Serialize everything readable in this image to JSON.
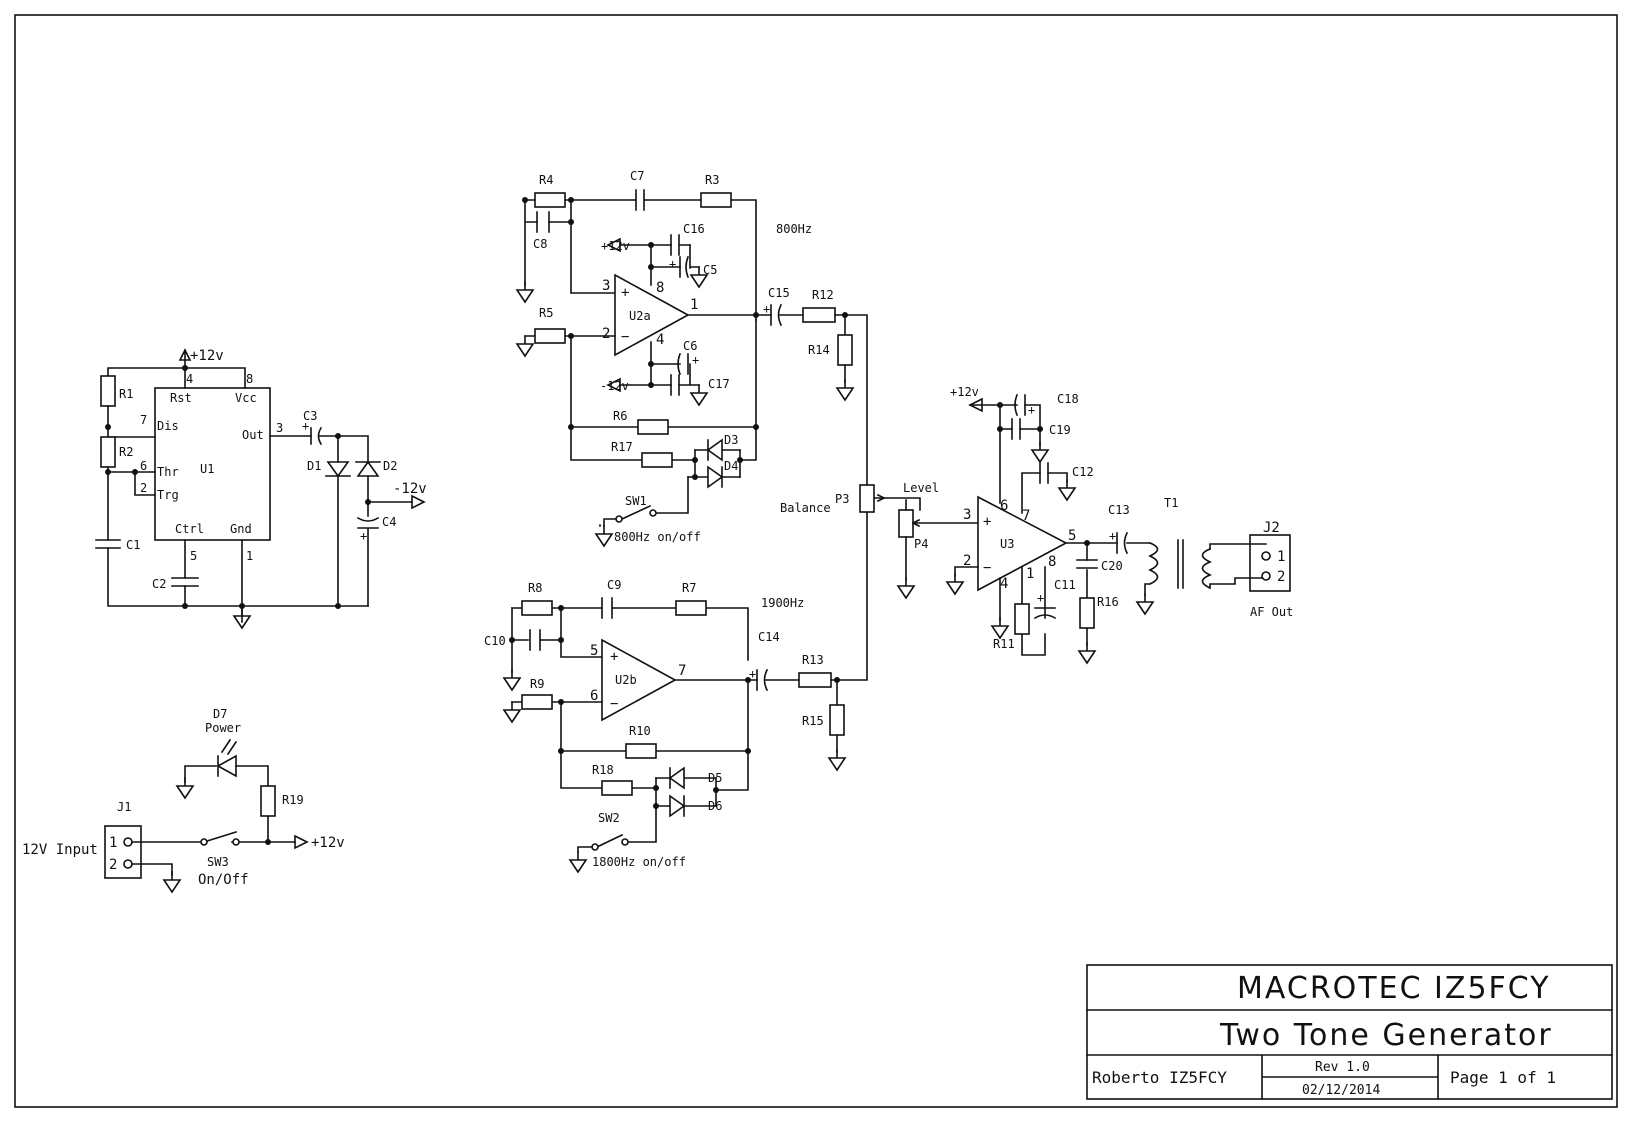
{
  "title_block": {
    "company": "MACROTEC IZ5FCY",
    "title": "Two Tone Generator",
    "author": "Roberto IZ5FCY",
    "revision": "Rev 1.0",
    "date": "02/12/2014",
    "page": "Page 1 of 1"
  },
  "nets": {
    "pos12": "+12v",
    "neg12": "-12v"
  },
  "notes": {
    "freq_800": "800Hz",
    "freq_1900": "1900Hz",
    "balance": "Balance",
    "level": "Level",
    "af_out": "AF Out",
    "power": "Power",
    "input_12v": "12V Input",
    "onoff": "On/Off",
    "sw1_label": "800Hz on/off",
    "sw2_label": "1800Hz on/off"
  },
  "ne555": {
    "name": "U1",
    "pins": {
      "rst": "Rst",
      "vcc": "Vcc",
      "dis": "Dis",
      "thr": "Thr",
      "trg": "Trg",
      "out": "Out",
      "ctrl": "Ctrl",
      "gnd": "Gnd"
    },
    "pin_numbers": {
      "p4": "4",
      "p8": "8",
      "p7": "7",
      "p6": "6",
      "p2": "2",
      "p3": "3",
      "p5": "5",
      "p1": "1"
    }
  },
  "opamps": {
    "u2a": {
      "name": "U2a",
      "pin_plus": "3",
      "pin_minus": "2",
      "pin_out": "1",
      "pin_vp": "8",
      "pin_vn": "4"
    },
    "u2b": {
      "name": "U2b",
      "pin_plus": "5",
      "pin_minus": "6",
      "pin_out": "7"
    },
    "u3": {
      "name": "U3",
      "pin_plus": "3",
      "pin_minus": "2",
      "pin_out": "5",
      "pin_6": "6",
      "pin_7": "7",
      "pin_4": "4",
      "pin_1": "1",
      "pin_8": "8"
    }
  },
  "designators": {
    "r1": "R1",
    "r2": "R2",
    "r3": "R3",
    "r4": "R4",
    "r5": "R5",
    "r6": "R6",
    "r7": "R7",
    "r8": "R8",
    "r9": "R9",
    "r10": "R10",
    "r11": "R11",
    "r12": "R12",
    "r13": "R13",
    "r14": "R14",
    "r15": "R15",
    "r16": "R16",
    "r17": "R17",
    "r18": "R18",
    "r19": "R19",
    "c1": "C1",
    "c2": "C2",
    "c3": "C3",
    "c4": "C4",
    "c5": "C5",
    "c6": "C6",
    "c7": "C7",
    "c8": "C8",
    "c9": "C9",
    "c10": "C10",
    "c11": "C11",
    "c12": "C12",
    "c13": "C13",
    "c14": "C14",
    "c15": "C15",
    "c16": "C16",
    "c17": "C17",
    "c18": "C18",
    "c19": "C19",
    "c20": "C20",
    "d1": "D1",
    "d2": "D2",
    "d3": "D3",
    "d4": "D4",
    "d5": "D5",
    "d6": "D6",
    "d7": "D7",
    "p3": "P3",
    "p4": "P4",
    "sw1": "SW1",
    "sw2": "SW2",
    "sw3": "SW3",
    "j1": "J1",
    "j2": "J2",
    "t1": "T1"
  },
  "connector_pins": {
    "one": "1",
    "two": "2"
  }
}
